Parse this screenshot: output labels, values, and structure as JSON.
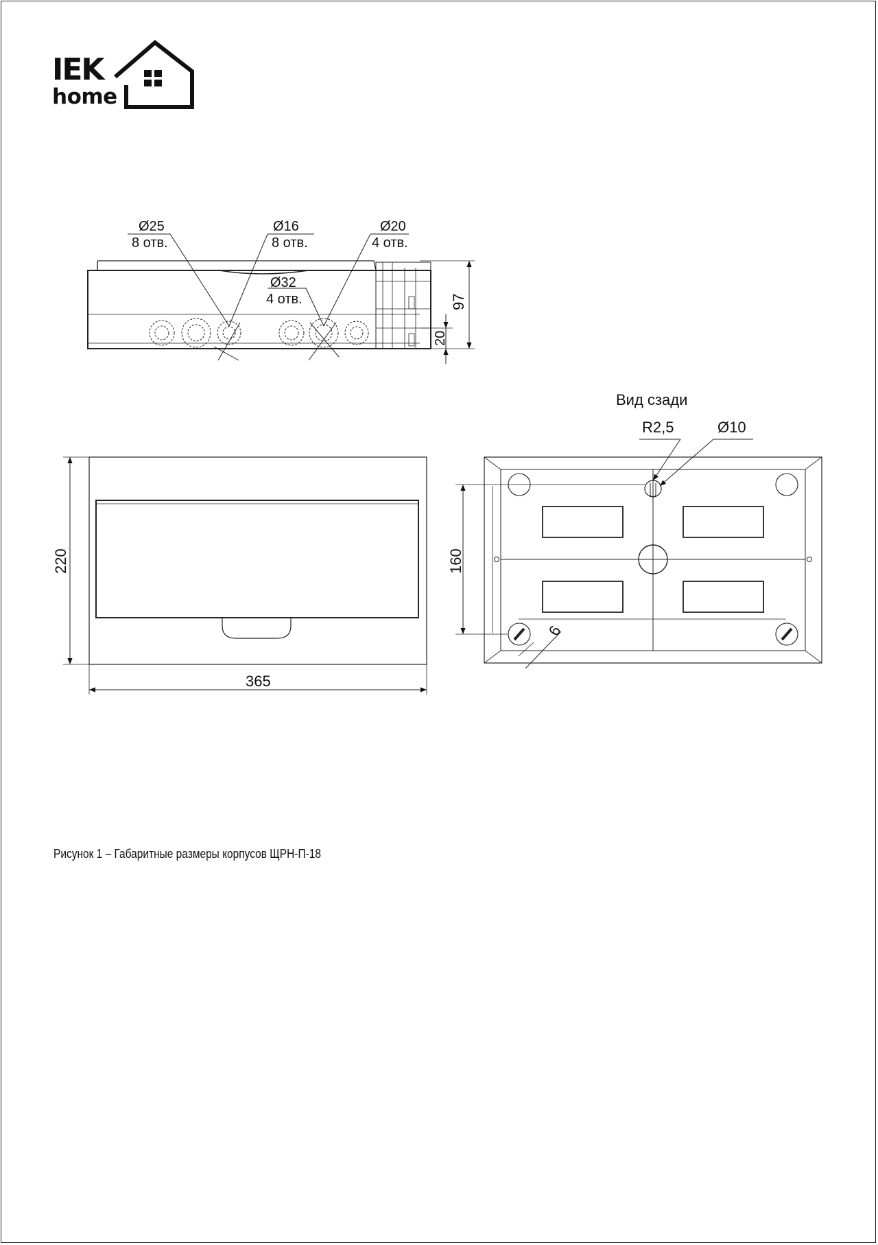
{
  "brand": {
    "name": "IEK",
    "sub": "home"
  },
  "side_view": {
    "callouts": [
      {
        "diameter": "Ø25",
        "count": "8 отв."
      },
      {
        "diameter": "Ø16",
        "count": "8 отв."
      },
      {
        "diameter": "Ø20",
        "count": "4 отв."
      },
      {
        "diameter": "Ø32",
        "count": "4 отв."
      }
    ],
    "depth": "97",
    "rail_offset": "20"
  },
  "front_view": {
    "height": "220",
    "width": "365"
  },
  "rear_view": {
    "title": "Вид сзади",
    "keyhole_radius": "R2,5",
    "hole_diameter": "Ø10",
    "mount_spacing": "160",
    "slot_width": "6"
  },
  "caption": "Рисунок 1 – Габаритные размеры корпусов ЩРН-П-18"
}
